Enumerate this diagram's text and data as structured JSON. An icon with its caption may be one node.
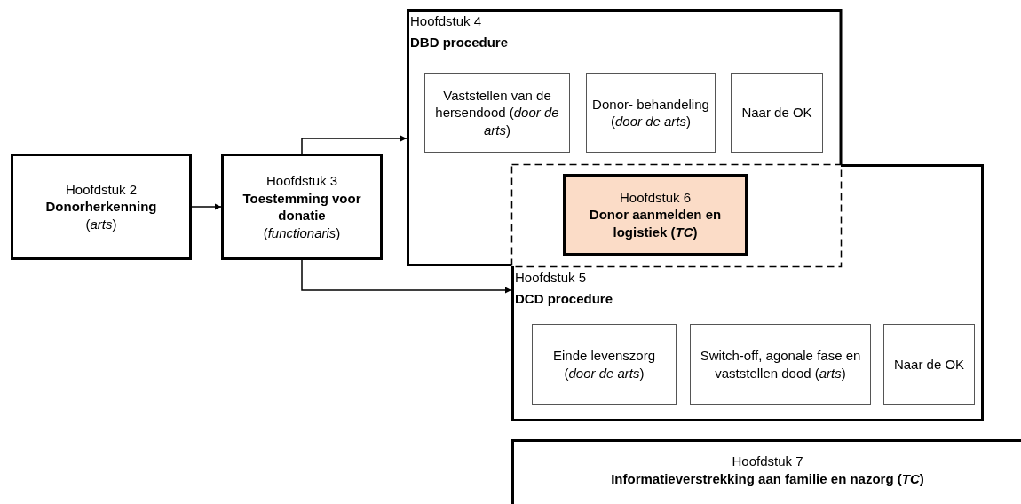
{
  "diagram": {
    "nodes": [
      {
        "text": [
          "Hoofdstuk 2",
          "Donorherkenning",
          "(*arts*)"
        ]
      },
      {
        "text": [
          "Hoofdstuk 3",
          "Toestemming voor donatie",
          "(*functionaris*)"
        ]
      },
      {
        "text": [
          "Hoofdstuk 4",
          "DBD procedure"
        ]
      },
      {
        "text": [
          "Vaststellen van de hersendood (*door de arts*)"
        ],
        "in": 2
      },
      {
        "text": [
          "Donor- behandeling (*door de arts*)"
        ],
        "in": 2
      },
      {
        "text": [
          "Naar de OK"
        ],
        "in": 2
      },
      {
        "text": [
          "Hoofdstuk 6",
          "Donor aanmelden en logistiek (*TC*)"
        ]
      },
      {
        "text": [
          "Hoofdstuk 5",
          "DCD procedure"
        ]
      },
      {
        "text": [
          "Einde levenszorg (*door de arts*)"
        ],
        "in": 7
      },
      {
        "text": [
          "Switch-off, agonale fase en vaststellen dood (*arts*)"
        ],
        "in": 7
      },
      {
        "text": [
          "Naar de OK"
        ],
        "in": 7
      },
      {
        "text": [
          "Hoofdstuk 7",
          "Informatieverstrekking aan familie en nazorg (*TC*)"
        ]
      }
    ],
    "edges": [
      {
        "from": 0,
        "to": 1,
        "arrow": "to"
      },
      {
        "from": 1,
        "to": 2,
        "arrow": "to"
      },
      {
        "from": 1,
        "to": 7,
        "arrow": "to"
      }
    ]
  }
}
